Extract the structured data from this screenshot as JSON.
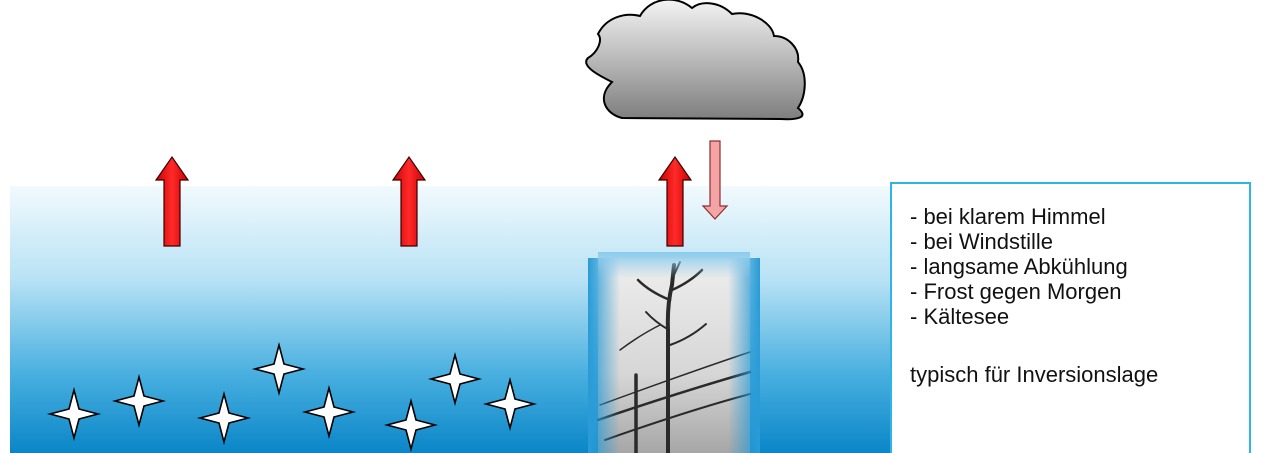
{
  "info_box": {
    "items": [
      "- bei klarem Himmel",
      "- bei Windstille",
      "- langsame Abkühlung",
      "- Frost gegen Morgen",
      "- Kältesee"
    ],
    "summary": "typisch für Inversionslage"
  },
  "colors": {
    "air_top": "#f2fafd",
    "air_bottom": "#0a86c8",
    "outgoing_arrow": "#ee1111",
    "incoming_arrow": "#f4a4a4",
    "cloud_top": "#f2f2f2",
    "cloud_bottom": "#808080",
    "box_border": "#2fb4e6"
  },
  "icons": {
    "cloud": "cloud-icon",
    "frost": "frost-star-icon",
    "tree": "bare-tree-photo"
  }
}
